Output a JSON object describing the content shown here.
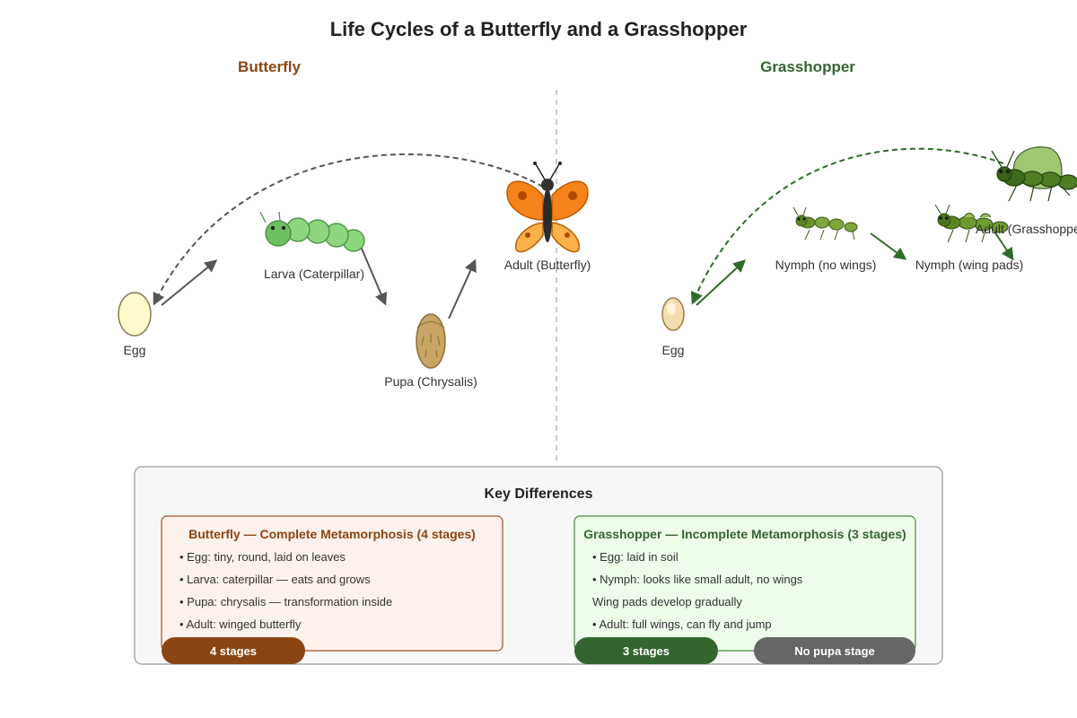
{
  "title": "Life Cycles of a Butterfly and a Grasshopper",
  "butterfly": {
    "heading": "Butterfly",
    "color": "#8B4513",
    "stages": {
      "egg": "Egg",
      "larva": "Larva (Caterpillar)",
      "pupa": "Pupa (Chrysalis)",
      "adult": "Adult (Butterfly)"
    }
  },
  "grasshopper": {
    "heading": "Grasshopper",
    "color": "#33662F",
    "stages": {
      "egg": "Egg",
      "nymph1": "Nymph (no wings)",
      "nymph2": "Nymph (wing pads)",
      "adult": "Adult (Grasshopper)"
    }
  },
  "key_differences": {
    "heading": "Key Differences",
    "butterfly_box": {
      "title": "Butterfly — Complete Metamorphosis (4 stages)",
      "bullets": [
        "• Egg: tiny, round, laid on leaves",
        "• Larva: caterpillar — eats and grows",
        "• Pupa: chrysalis — transformation inside",
        "• Adult: winged butterfly"
      ],
      "pill": "4 stages"
    },
    "grasshopper_box": {
      "title": "Grasshopper — Incomplete Metamorphosis (3 stages)",
      "bullets": [
        "• Egg: laid in soil",
        "• Nymph: looks like small adult, no wings",
        "Wing pads develop gradually",
        "• Adult: full wings, can fly and jump"
      ],
      "pill": "3 stages",
      "pill2": "No pupa stage"
    }
  },
  "colors": {
    "butterfly_accent": "#8B4513",
    "grasshopper_accent": "#33662F",
    "arrow_gray": "#555555",
    "pill_gray": "#666666"
  }
}
